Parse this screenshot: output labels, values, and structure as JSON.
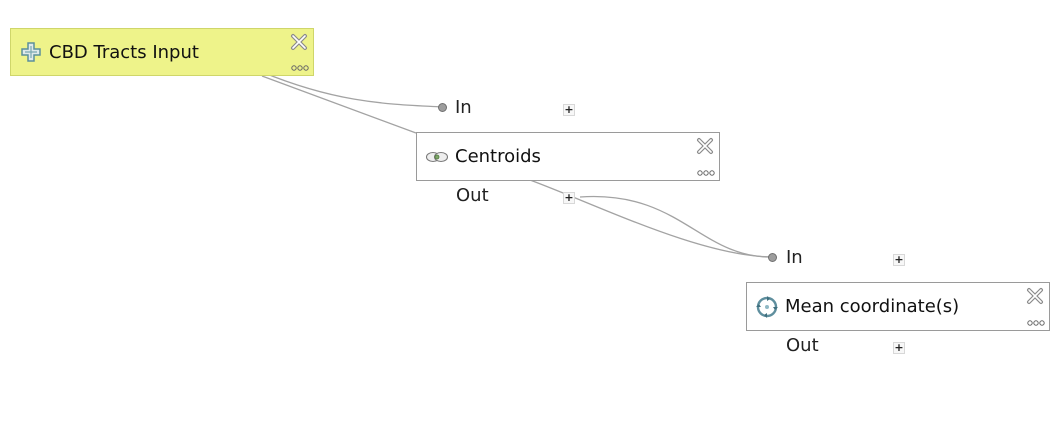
{
  "nodes": {
    "input": {
      "label": "CBD Tracts Input",
      "icon": "parameter-plus-icon"
    },
    "centroids": {
      "label": "Centroids",
      "icon": "centroids-icon",
      "in_label": "In",
      "out_label": "Out"
    },
    "mean": {
      "label": "Mean coordinate(s)",
      "icon": "mean-coordinates-icon",
      "in_label": "In",
      "out_label": "Out"
    }
  },
  "controls": {
    "add_symbol": "+"
  },
  "colors": {
    "input_fill": "#eef38a",
    "input_border": "#cfd66a",
    "link": "#a3a3a3",
    "node_border": "#9a9a9a"
  }
}
